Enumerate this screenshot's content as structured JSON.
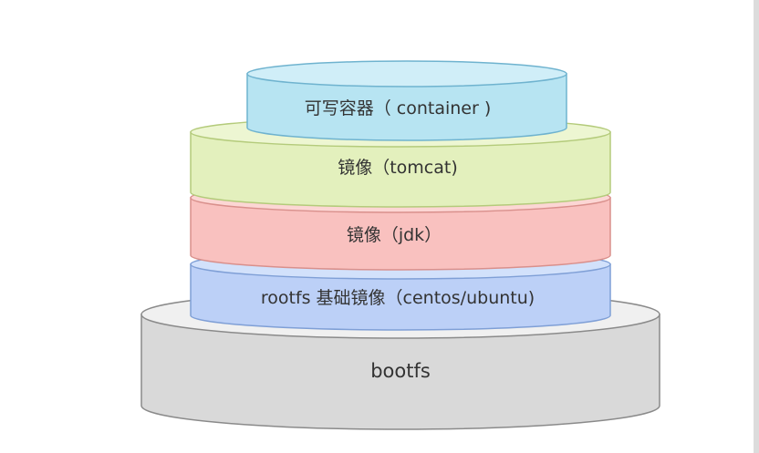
{
  "diagram": {
    "layers": [
      {
        "id": "bootfs",
        "label": "bootfs",
        "fill": "#d9d9d9",
        "top": "#f0f0f0",
        "stroke": "#8a8a8a"
      },
      {
        "id": "rootfs",
        "label": "rootfs 基础镜像（centos/ubuntu)",
        "fill": "#bcd0f7",
        "top": "#d2e1fb",
        "stroke": "#7f9fd6"
      },
      {
        "id": "jdk",
        "label": "镜像（jdk）",
        "fill": "#f9c1bf",
        "top": "#fcd6d4",
        "stroke": "#d9908c"
      },
      {
        "id": "tomcat",
        "label": "镜像（tomcat)",
        "fill": "#e3f0bd",
        "top": "#edf6d2",
        "stroke": "#b4cb7b"
      },
      {
        "id": "container",
        "label": "可写容器（ container )",
        "fill": "#b7e4f2",
        "top": "#d0eef8",
        "stroke": "#6fb3cf"
      }
    ]
  }
}
